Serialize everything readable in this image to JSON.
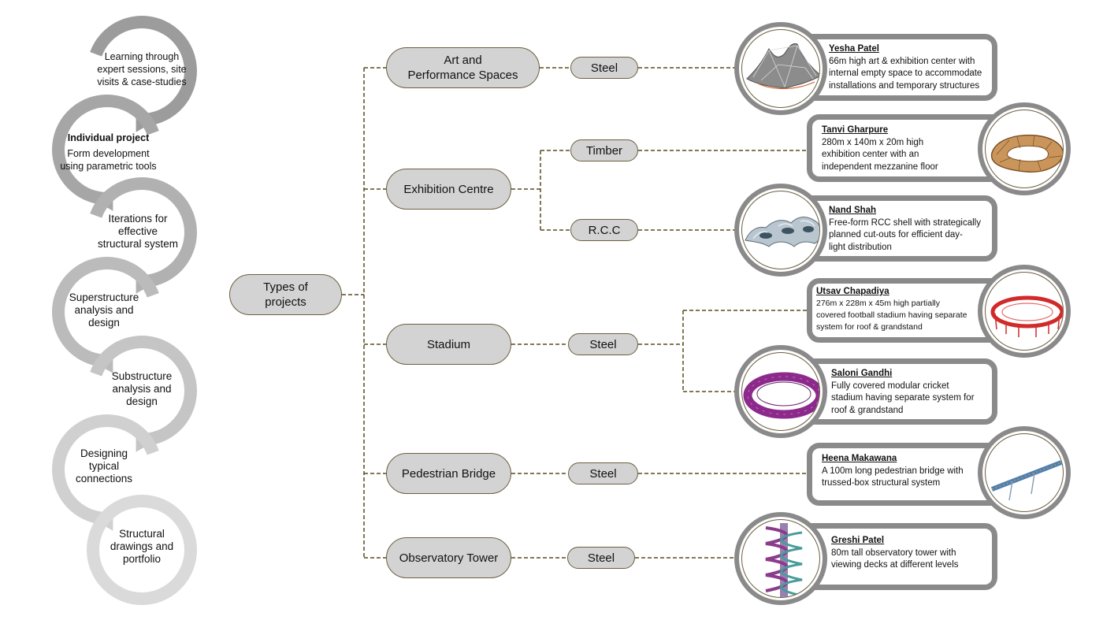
{
  "process_steps": [
    {
      "lines": [
        "Learning through",
        "expert sessions, site",
        "visits & case-studies"
      ]
    },
    {
      "title": "Individual project",
      "lines": [
        "Form development",
        "using parametric tools"
      ]
    },
    {
      "lines": [
        "Iterations for",
        "effective",
        "structural system"
      ]
    },
    {
      "lines": [
        "Superstructure",
        "analysis and",
        "design"
      ]
    },
    {
      "lines": [
        "Substructure",
        "analysis and",
        "design"
      ]
    },
    {
      "lines": [
        "Designing",
        "typical",
        "connections"
      ]
    },
    {
      "lines": [
        "Structural",
        "drawings and",
        "portfolio"
      ]
    }
  ],
  "root": {
    "label_line1": "Types of",
    "label_line2": "projects"
  },
  "categories": [
    {
      "line1": "Art and",
      "line2": "Performance Spaces"
    },
    {
      "label": "Exhibition Centre"
    },
    {
      "label": "Stadium"
    },
    {
      "label": "Pedestrian Bridge"
    },
    {
      "label": "Observatory Tower"
    }
  ],
  "materials": [
    "Steel",
    "Timber",
    "R.C.C",
    "Steel",
    "Steel",
    "Steel"
  ],
  "projects": [
    {
      "name": "Yesha Patel",
      "lines": [
        "66m high art & exhibition center with",
        "internal empty space to accommodate",
        "installations and temporary structures"
      ],
      "icon": "membrane-roof-icon"
    },
    {
      "name": "Tanvi Gharpure",
      "lines": [
        "280m x 140m x 20m high",
        "exhibition center with an",
        "independent mezzanine floor"
      ],
      "icon": "timber-shell-icon"
    },
    {
      "name": "Nand Shah",
      "lines": [
        "Free-form RCC shell with strategically",
        "planned cut-outs for efficient day-",
        "light distribution"
      ],
      "icon": "rcc-shell-icon"
    },
    {
      "name": "Utsav Chapadiya",
      "lines": [
        "276m x 228m x 45m high partially",
        "covered football stadium having separate",
        "system for roof & grandstand"
      ],
      "icon": "football-stadium-icon"
    },
    {
      "name": "Saloni Gandhi",
      "lines": [
        "Fully covered modular cricket",
        "stadium having separate system for",
        "roof & grandstand"
      ],
      "icon": "cricket-stadium-icon"
    },
    {
      "name": "Heena Makawana",
      "lines": [
        "A 100m long pedestrian bridge with",
        "trussed-box structural system"
      ],
      "icon": "truss-bridge-icon"
    },
    {
      "name": "Greshi Patel",
      "lines": [
        "80m tall observatory tower with",
        "viewing decks at different levels"
      ],
      "icon": "helical-tower-icon"
    }
  ],
  "colors": {
    "pill_fill": "#d3d3d3",
    "pill_border": "#6b5f3f",
    "connector": "#5c4a1e",
    "card_border": "#8a8a8a",
    "arrow_dark": "#9c9c9c",
    "arrow_light": "#dadada"
  }
}
